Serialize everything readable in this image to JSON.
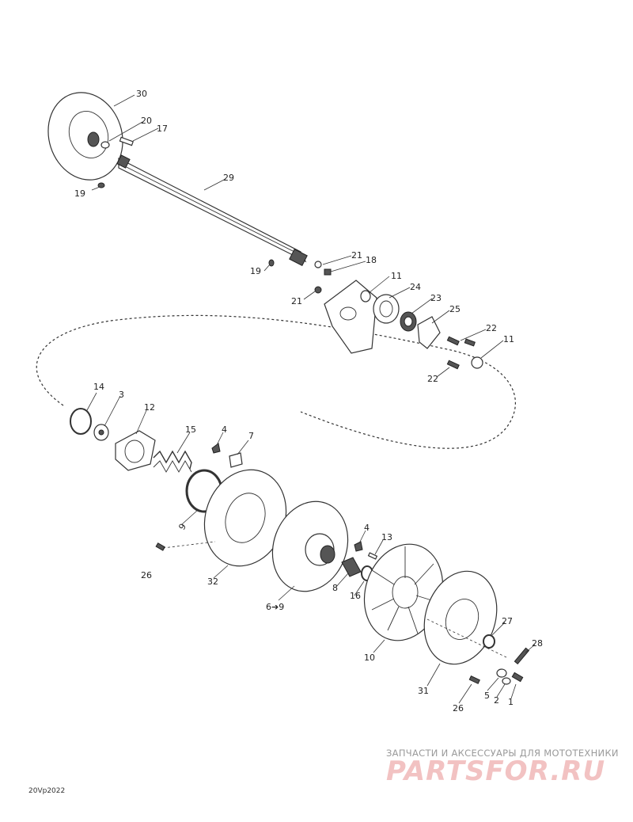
{
  "labels": {
    "l30": "30",
    "l20": "20",
    "l17": "17",
    "l19a": "19",
    "l29": "29",
    "l19b": "19",
    "l21a": "21",
    "l18": "18",
    "l11a": "11",
    "l21b": "21",
    "l24": "24",
    "l23": "23",
    "l25": "25",
    "l22a": "22",
    "l11b": "11",
    "l22b": "22",
    "l14": "14",
    "l3": "3",
    "l12": "12",
    "l15": "15",
    "l4a": "4",
    "l7": "7",
    "l9": "9",
    "l26a": "26",
    "l32": "32",
    "l69": "6➔9",
    "l4b": "4",
    "l13": "13",
    "l8": "8",
    "l16": "16",
    "l10": "10",
    "l27": "27",
    "l28": "28",
    "l31": "31",
    "l26b": "26",
    "l5": "5",
    "l2": "2",
    "l1": "1"
  },
  "watermark": {
    "tagline": "ЗАПЧАСТИ И АКСЕССУАРЫ ДЛЯ МОТОТЕХНИКИ",
    "logo": "PARTSFOR.RU"
  },
  "drawing_code": "20Vp2022"
}
